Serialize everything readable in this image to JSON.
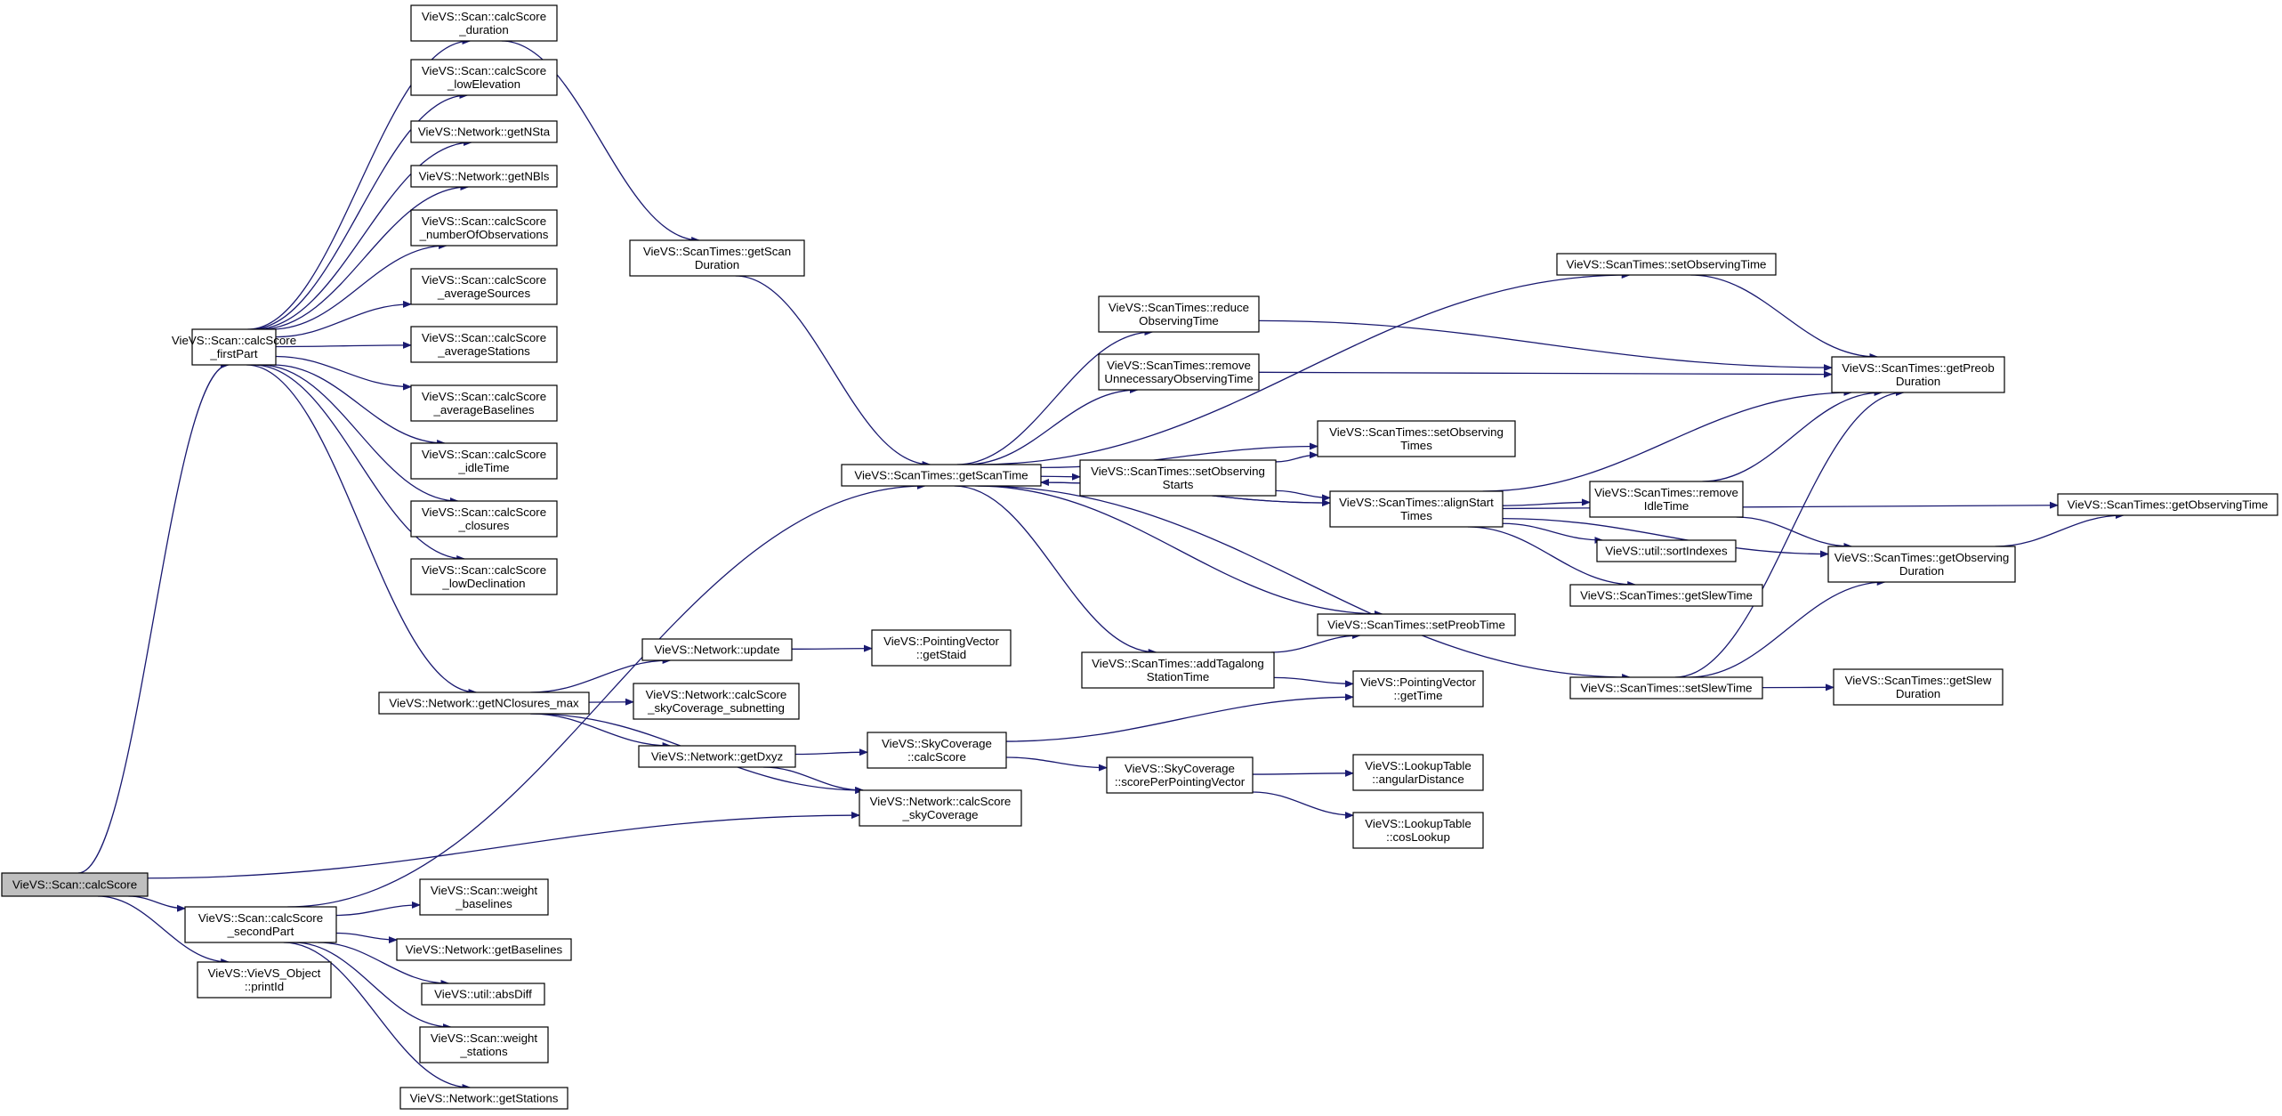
{
  "colors": {
    "edge": "#191970",
    "node_border": "#000000",
    "node_fill": "#ffffff",
    "root_fill": "#bfbfbf"
  },
  "nodes": [
    {
      "id": "n0",
      "lines": [
        "VieVS::Scan::calcScore"
      ],
      "root": true
    },
    {
      "id": "n1",
      "lines": [
        "VieVS::Scan::calcScore",
        "_firstPart"
      ]
    },
    {
      "id": "n2",
      "lines": [
        "VieVS::Scan::calcScore",
        "_secondPart"
      ]
    },
    {
      "id": "n3",
      "lines": [
        "VieVS::VieVS_Object",
        "::printId"
      ]
    },
    {
      "id": "n4",
      "lines": [
        "VieVS::Scan::calcScore",
        "_duration"
      ]
    },
    {
      "id": "n5",
      "lines": [
        "VieVS::Scan::calcScore",
        "_lowElevation"
      ]
    },
    {
      "id": "n6",
      "lines": [
        "VieVS::Network::getNSta"
      ]
    },
    {
      "id": "n7",
      "lines": [
        "VieVS::Network::getNBls"
      ]
    },
    {
      "id": "n8",
      "lines": [
        "VieVS::Scan::calcScore",
        "_numberOfObservations"
      ]
    },
    {
      "id": "n9",
      "lines": [
        "VieVS::Scan::calcScore",
        "_averageSources"
      ]
    },
    {
      "id": "n10",
      "lines": [
        "VieVS::Scan::calcScore",
        "_averageStations"
      ]
    },
    {
      "id": "n11",
      "lines": [
        "VieVS::Scan::calcScore",
        "_averageBaselines"
      ]
    },
    {
      "id": "n12",
      "lines": [
        "VieVS::Scan::calcScore",
        "_idleTime"
      ]
    },
    {
      "id": "n13",
      "lines": [
        "VieVS::Scan::calcScore",
        "_closures"
      ]
    },
    {
      "id": "n14",
      "lines": [
        "VieVS::Scan::calcScore",
        "_lowDeclination"
      ]
    },
    {
      "id": "n15",
      "lines": [
        "VieVS::Network::getNClosures_max"
      ]
    },
    {
      "id": "n16",
      "lines": [
        "VieVS::ScanTimes::getScan",
        "Duration"
      ]
    },
    {
      "id": "n17",
      "lines": [
        "VieVS::ScanTimes::getScanTime"
      ]
    },
    {
      "id": "n18",
      "lines": [
        "VieVS::Network::update"
      ]
    },
    {
      "id": "n19",
      "lines": [
        "VieVS::Network::calcScore",
        "_skyCoverage_subnetting"
      ]
    },
    {
      "id": "n20",
      "lines": [
        "VieVS::Network::getDxyz"
      ]
    },
    {
      "id": "n21",
      "lines": [
        "VieVS::Network::calcScore",
        "_skyCoverage"
      ]
    },
    {
      "id": "n22",
      "lines": [
        "VieVS::PointingVector",
        "::getStaid"
      ]
    },
    {
      "id": "n23",
      "lines": [
        "VieVS::SkyCoverage",
        "::calcScore"
      ]
    },
    {
      "id": "n24",
      "lines": [
        "VieVS::ScanTimes::reduce",
        "ObservingTime"
      ]
    },
    {
      "id": "n25",
      "lines": [
        "VieVS::ScanTimes::remove",
        "UnnecessaryObservingTime"
      ]
    },
    {
      "id": "n26",
      "lines": [
        "VieVS::ScanTimes::setObserving",
        "Starts"
      ]
    },
    {
      "id": "n27",
      "lines": [
        "VieVS::ScanTimes::addTagalong",
        "StationTime"
      ]
    },
    {
      "id": "n28",
      "lines": [
        "VieVS::SkyCoverage",
        "::scorePerPointingVector"
      ]
    },
    {
      "id": "n29",
      "lines": [
        "VieVS::ScanTimes::setObserving",
        "Times"
      ]
    },
    {
      "id": "n30",
      "lines": [
        "VieVS::ScanTimes::alignStart",
        "Times"
      ]
    },
    {
      "id": "n31",
      "lines": [
        "VieVS::ScanTimes::setPreobTime"
      ]
    },
    {
      "id": "n32",
      "lines": [
        "VieVS::PointingVector",
        "::getTime"
      ]
    },
    {
      "id": "n33",
      "lines": [
        "VieVS::LookupTable",
        "::angularDistance"
      ]
    },
    {
      "id": "n34",
      "lines": [
        "VieVS::LookupTable",
        "::cosLookup"
      ]
    },
    {
      "id": "n35",
      "lines": [
        "VieVS::ScanTimes::setObservingTime"
      ]
    },
    {
      "id": "n36",
      "lines": [
        "VieVS::ScanTimes::remove",
        "IdleTime"
      ]
    },
    {
      "id": "n37",
      "lines": [
        "VieVS::util::sortIndexes"
      ]
    },
    {
      "id": "n38",
      "lines": [
        "VieVS::ScanTimes::getSlewTime"
      ]
    },
    {
      "id": "n39",
      "lines": [
        "VieVS::ScanTimes::setSlewTime"
      ]
    },
    {
      "id": "n40",
      "lines": [
        "VieVS::ScanTimes::getPreob",
        "Duration"
      ]
    },
    {
      "id": "n41",
      "lines": [
        "VieVS::ScanTimes::getObserving",
        "Duration"
      ]
    },
    {
      "id": "n42",
      "lines": [
        "VieVS::ScanTimes::getSlew",
        "Duration"
      ]
    },
    {
      "id": "n43",
      "lines": [
        "VieVS::ScanTimes::getObservingTime"
      ]
    },
    {
      "id": "n44",
      "lines": [
        "VieVS::Scan::weight",
        "_baselines"
      ]
    },
    {
      "id": "n45",
      "lines": [
        "VieVS::Network::getBaselines"
      ]
    },
    {
      "id": "n46",
      "lines": [
        "VieVS::util::absDiff"
      ]
    },
    {
      "id": "n47",
      "lines": [
        "VieVS::Scan::weight",
        "_stations"
      ]
    },
    {
      "id": "n48",
      "lines": [
        "VieVS::Network::getStations"
      ]
    }
  ],
  "edges": [
    [
      "n0",
      "n1"
    ],
    [
      "n0",
      "n21"
    ],
    [
      "n0",
      "n2"
    ],
    [
      "n0",
      "n3"
    ],
    [
      "n1",
      "n4"
    ],
    [
      "n1",
      "n5"
    ],
    [
      "n1",
      "n6"
    ],
    [
      "n1",
      "n7"
    ],
    [
      "n1",
      "n8"
    ],
    [
      "n1",
      "n9"
    ],
    [
      "n1",
      "n10"
    ],
    [
      "n1",
      "n11"
    ],
    [
      "n1",
      "n12"
    ],
    [
      "n1",
      "n13"
    ],
    [
      "n1",
      "n14"
    ],
    [
      "n1",
      "n15"
    ],
    [
      "n2",
      "n17"
    ],
    [
      "n2",
      "n44"
    ],
    [
      "n2",
      "n45"
    ],
    [
      "n2",
      "n46"
    ],
    [
      "n2",
      "n47"
    ],
    [
      "n2",
      "n48"
    ],
    [
      "n4",
      "n16"
    ],
    [
      "n16",
      "n17"
    ],
    [
      "n15",
      "n18"
    ],
    [
      "n15",
      "n19"
    ],
    [
      "n15",
      "n20"
    ],
    [
      "n15",
      "n21"
    ],
    [
      "n18",
      "n22"
    ],
    [
      "n20",
      "n23"
    ],
    [
      "n20",
      "n21"
    ],
    [
      "n23",
      "n28"
    ],
    [
      "n23",
      "n32"
    ],
    [
      "n28",
      "n33"
    ],
    [
      "n28",
      "n34"
    ],
    [
      "n17",
      "n35"
    ],
    [
      "n17",
      "n24"
    ],
    [
      "n17",
      "n25"
    ],
    [
      "n17",
      "n29"
    ],
    [
      "n17",
      "n26"
    ],
    [
      "n17",
      "n30"
    ],
    [
      "n17",
      "n31"
    ],
    [
      "n17",
      "n27"
    ],
    [
      "n17",
      "n39"
    ],
    [
      "n24",
      "n40"
    ],
    [
      "n25",
      "n40"
    ],
    [
      "n26",
      "n29"
    ],
    [
      "n26",
      "n30"
    ],
    [
      "n27",
      "n31"
    ],
    [
      "n27",
      "n32"
    ],
    [
      "n30",
      "n40"
    ],
    [
      "n30",
      "n43"
    ],
    [
      "n30",
      "n36"
    ],
    [
      "n30",
      "n37"
    ],
    [
      "n30",
      "n38"
    ],
    [
      "n30",
      "n41"
    ],
    [
      "n30",
      "n17"
    ],
    [
      "n35",
      "n40"
    ],
    [
      "n36",
      "n40"
    ],
    [
      "n36",
      "n41"
    ],
    [
      "n39",
      "n40"
    ],
    [
      "n39",
      "n41"
    ],
    [
      "n39",
      "n42"
    ],
    [
      "n41",
      "n43"
    ]
  ]
}
